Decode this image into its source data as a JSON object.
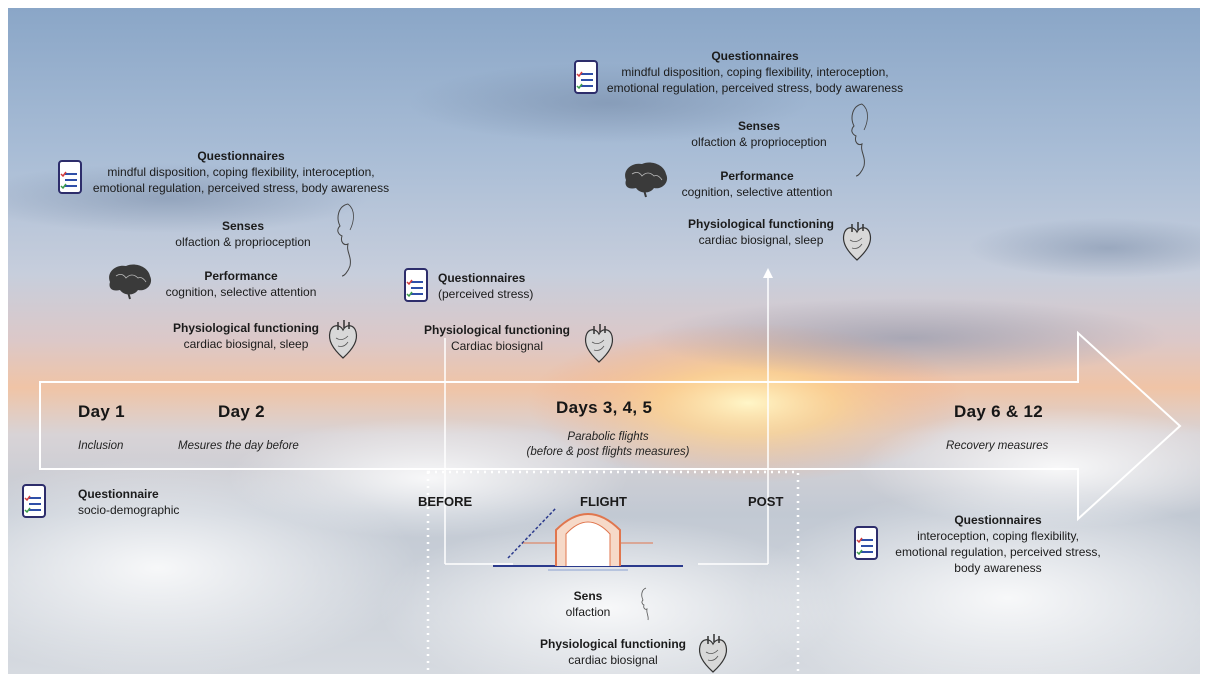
{
  "timeline": [
    {
      "day_label": "Day 1",
      "caption": "Inclusion"
    },
    {
      "day_label": "Day 2",
      "caption": "Mesures the day before"
    },
    {
      "day_label": "Days 3, 4, 5",
      "caption": "Parabolic flights",
      "caption2": "(before & post flights measures)"
    },
    {
      "day_label": "Day 6 & 12",
      "caption": "Recovery measures"
    }
  ],
  "phases": {
    "before": "BEFORE",
    "flight": "FLIGHT",
    "post": "POST"
  },
  "day1": {
    "questionnaire_title": "Questionnaire",
    "questionnaire_detail": "socio-demographic"
  },
  "day2": {
    "questionnaires_title": "Questionnaires",
    "questionnaires_line1": "mindful disposition, coping flexibility, interoception,",
    "questionnaires_line2": "emotional regulation, perceived stress, body awareness",
    "senses_title": "Senses",
    "senses_detail": "olfaction & proprioception",
    "performance_title": "Performance",
    "performance_detail": "cognition, selective attention",
    "physio_title": "Physiological functioning",
    "physio_detail": "cardiac biosignal, sleep"
  },
  "before_flight": {
    "questionnaires_title": "Questionnaires",
    "questionnaires_detail": "(perceived stress)",
    "physio_title": "Physiological functioning",
    "physio_detail": "Cardiac biosignal"
  },
  "flight": {
    "sens_title": "Sens",
    "sens_detail": "olfaction",
    "physio_title": "Physiological functioning",
    "physio_detail": "cardiac biosignal"
  },
  "post_flight": {
    "questionnaires_title": "Questionnaires",
    "questionnaires_line1": "mindful disposition, coping flexibility, interoception,",
    "questionnaires_line2": "emotional regulation, perceived stress, body awareness",
    "senses_title": "Senses",
    "senses_detail": "olfaction & proprioception",
    "performance_title": "Performance",
    "performance_detail": "cognition, selective attention",
    "physio_title": "Physiological functioning",
    "physio_detail": "cardiac biosignal, sleep"
  },
  "recovery": {
    "questionnaires_title": "Questionnaires",
    "questionnaires_line1": "interoception, coping flexibility,",
    "questionnaires_line2": "emotional regulation, perceived stress,",
    "questionnaires_line3": "body awareness"
  },
  "colors": {
    "arrow": "#ffffff",
    "icon_border": "#2d2d6b",
    "icon_red": "#d33b3b",
    "icon_blue": "#2f4fa8",
    "icon_green": "#3a9c4a"
  },
  "icons": [
    "questionnaire-icon",
    "brain-icon",
    "heart-icon",
    "face-profile-icon",
    "parabola-icon"
  ]
}
